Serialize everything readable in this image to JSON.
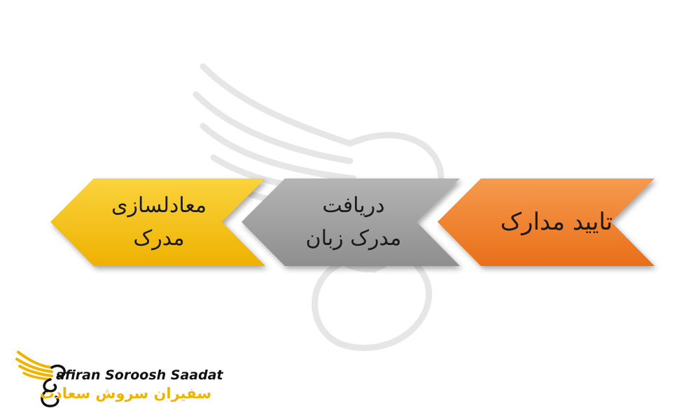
{
  "diagram": {
    "steps": [
      {
        "line1": "تایید مدارک",
        "line2": "",
        "color": "#f07a24",
        "color_light": "#f59a4e"
      },
      {
        "line1": "دریافت",
        "line2": "مدرک زبان",
        "color": "#9a9a9a",
        "color_light": "#b4b4b4"
      },
      {
        "line1": "معادلسازی",
        "line2": "مدرک",
        "color": "#f2b800",
        "color_light": "#fad33c"
      }
    ]
  },
  "logo": {
    "text_en": "afiran Soroosh Saadat",
    "text_fa": "سفیران سروش سعادت",
    "accent_color": "#f0b400"
  }
}
